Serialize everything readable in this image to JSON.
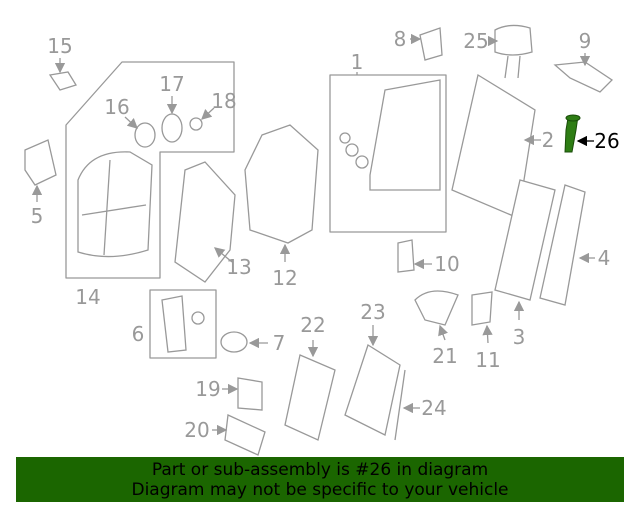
{
  "diagram": {
    "callouts": [
      "1",
      "2",
      "3",
      "4",
      "5",
      "6",
      "7",
      "8",
      "9",
      "10",
      "11",
      "12",
      "13",
      "14",
      "15",
      "16",
      "17",
      "18",
      "19",
      "20",
      "21",
      "22",
      "23",
      "24",
      "25",
      "26"
    ],
    "highlighted_part": "26",
    "highlight_color": "#2e7d14"
  },
  "banner": {
    "line1": "Part or sub-assembly is #26 in diagram",
    "line2": "Diagram may not be specific to your vehicle",
    "background": "#1b6600"
  }
}
